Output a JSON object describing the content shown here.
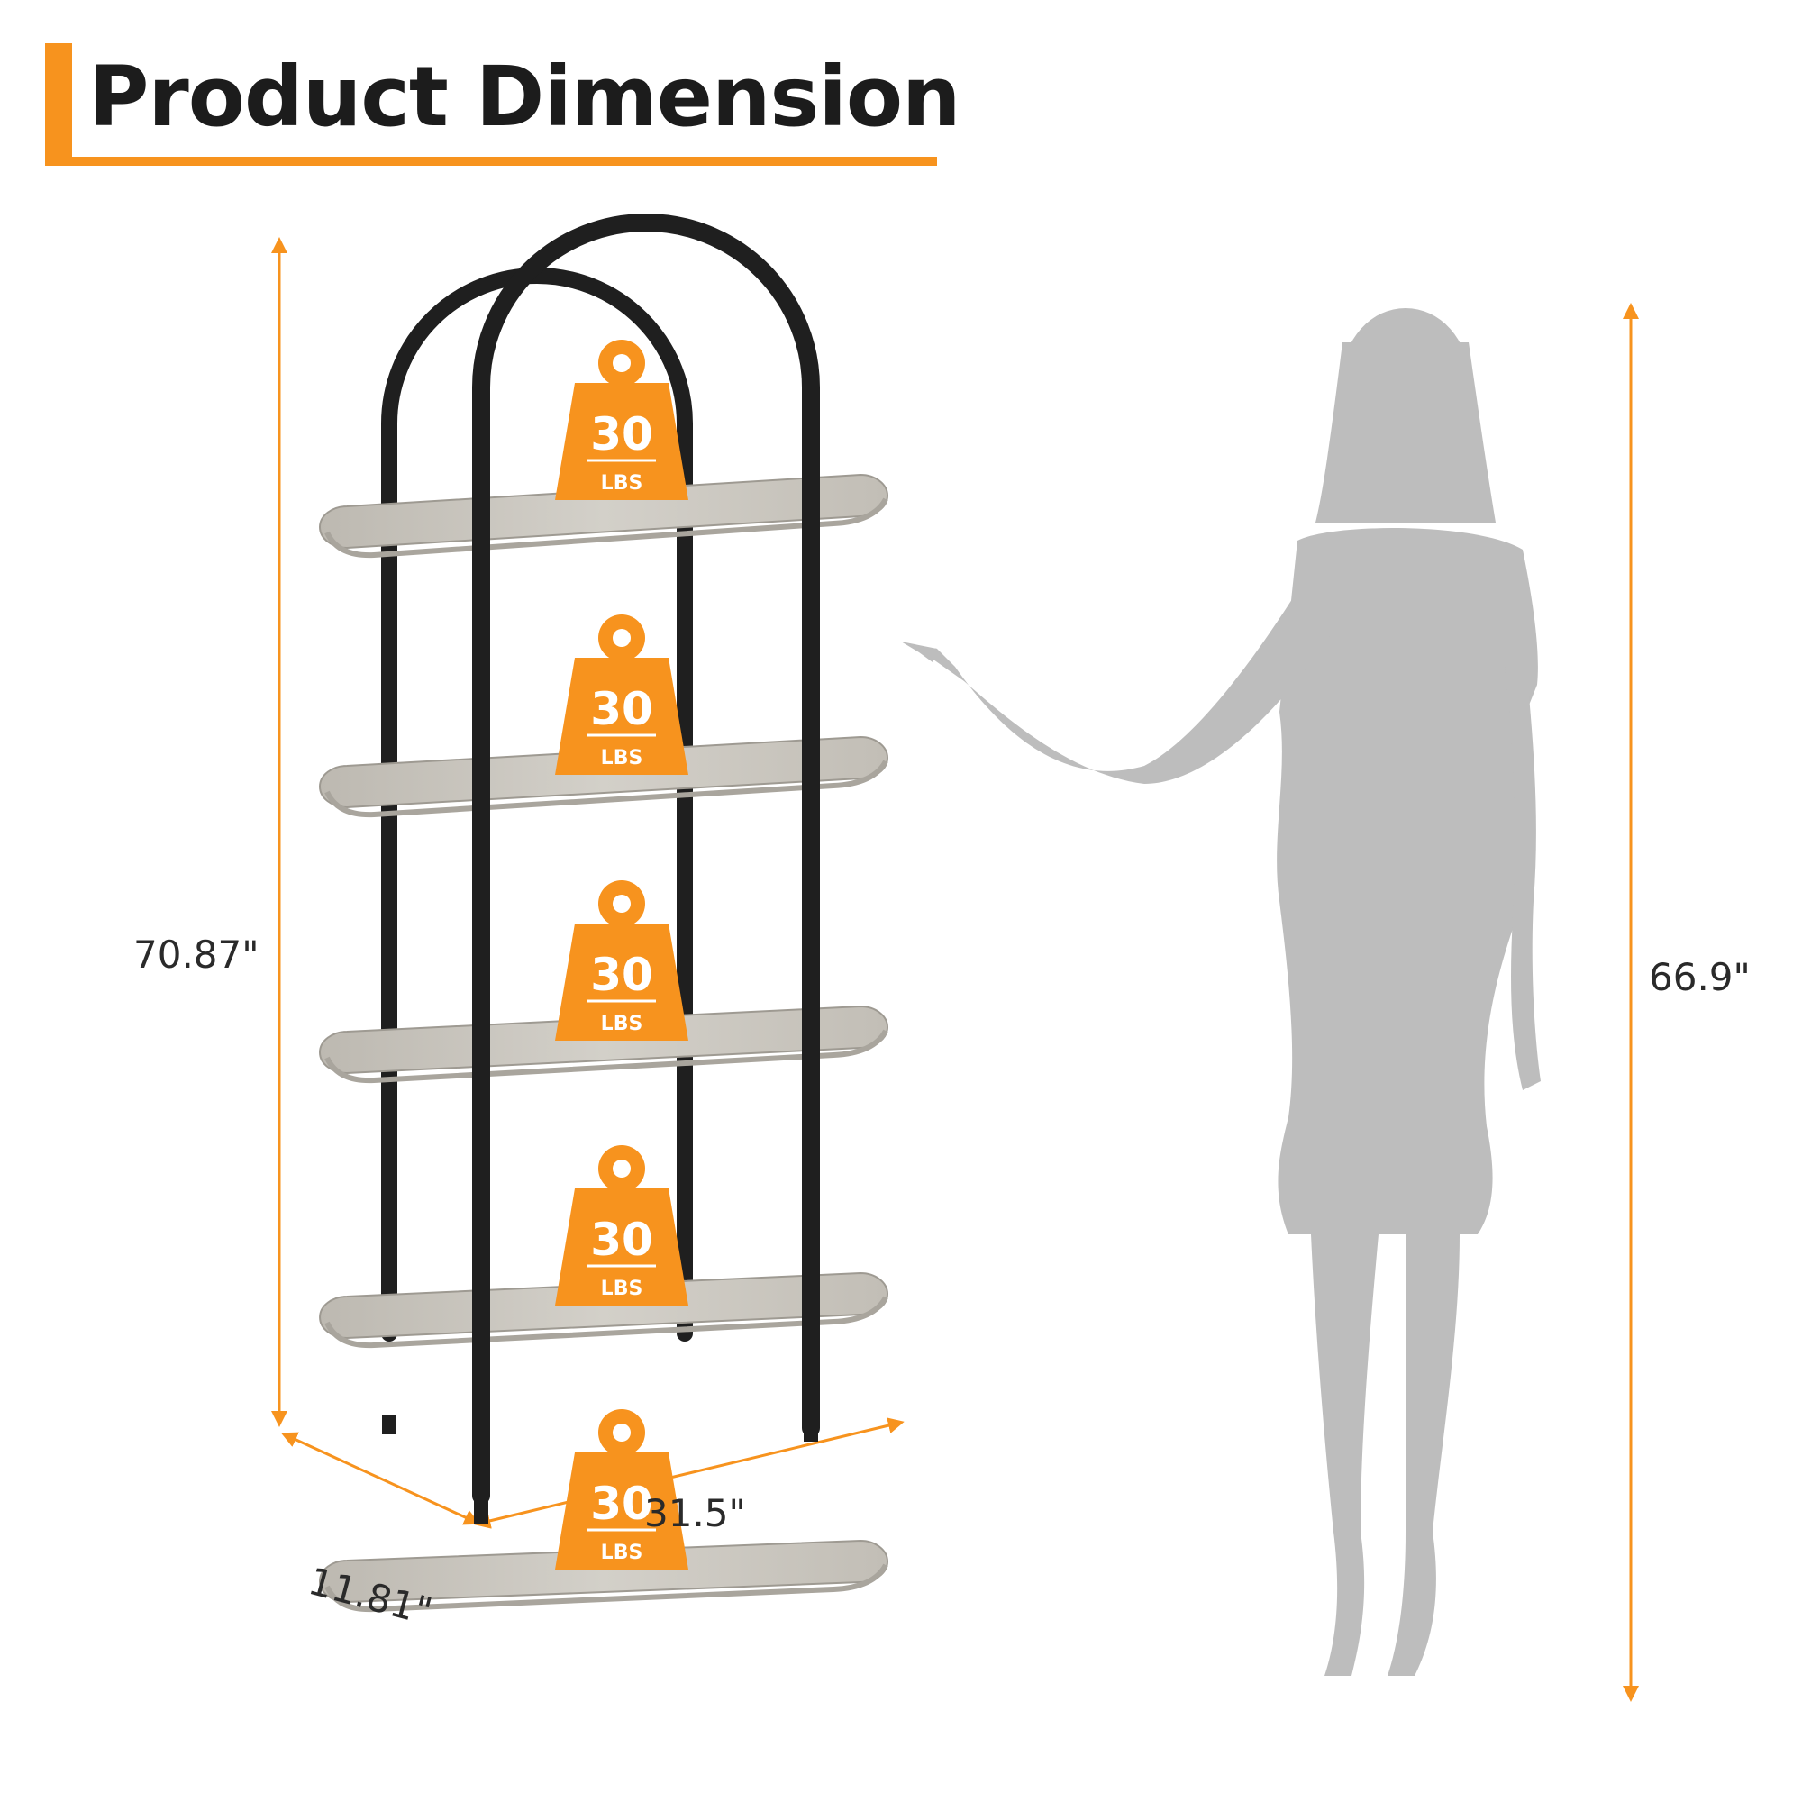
{
  "title": "Product Dimension",
  "dimensions": {
    "height": "70.87\"",
    "width": "31.5\"",
    "depth": "11.81\"",
    "person_height": "66.9\""
  },
  "shelves": [
    {
      "weight_value": "30",
      "weight_unit": "LBS"
    },
    {
      "weight_value": "30",
      "weight_unit": "LBS"
    },
    {
      "weight_value": "30",
      "weight_unit": "LBS"
    },
    {
      "weight_value": "30",
      "weight_unit": "LBS"
    },
    {
      "weight_value": "30",
      "weight_unit": "LBS"
    }
  ],
  "colors": {
    "accent": "#f7931e",
    "frame": "#1f1f1f",
    "shelf": "#c9c6bf",
    "silhouette": "#bdbdbd"
  },
  "icons": {
    "weight": "weight-icon",
    "person": "woman-silhouette-icon"
  }
}
